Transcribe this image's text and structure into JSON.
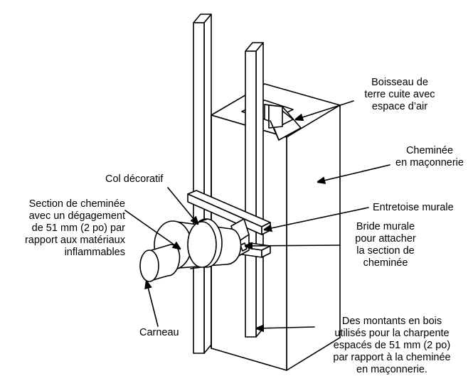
{
  "labels": {
    "liner": "Boisseau de\nterre cuite avec\nespace d’air",
    "chimney": "Cheminée\nen maçonnerie",
    "collar": "Col décoratif",
    "section": "Section de cheminée\navec un dégagement\nde 51 mm (2 po) par\nrapport aux matériaux\ninflammables",
    "spacer": "Entretoise murale",
    "bracket": "Bride murale\npour attacher\nla section de\ncheminée",
    "flue": "Carneau",
    "studs": "Des montants en bois\nutilisés pour la charpente\nespacés de 51 mm (2 po)\npar rapport à la cheminée\nen maçonnerie."
  },
  "colors": {
    "line": "#000000",
    "fill": "#ffffff",
    "background": "#ffffff"
  }
}
